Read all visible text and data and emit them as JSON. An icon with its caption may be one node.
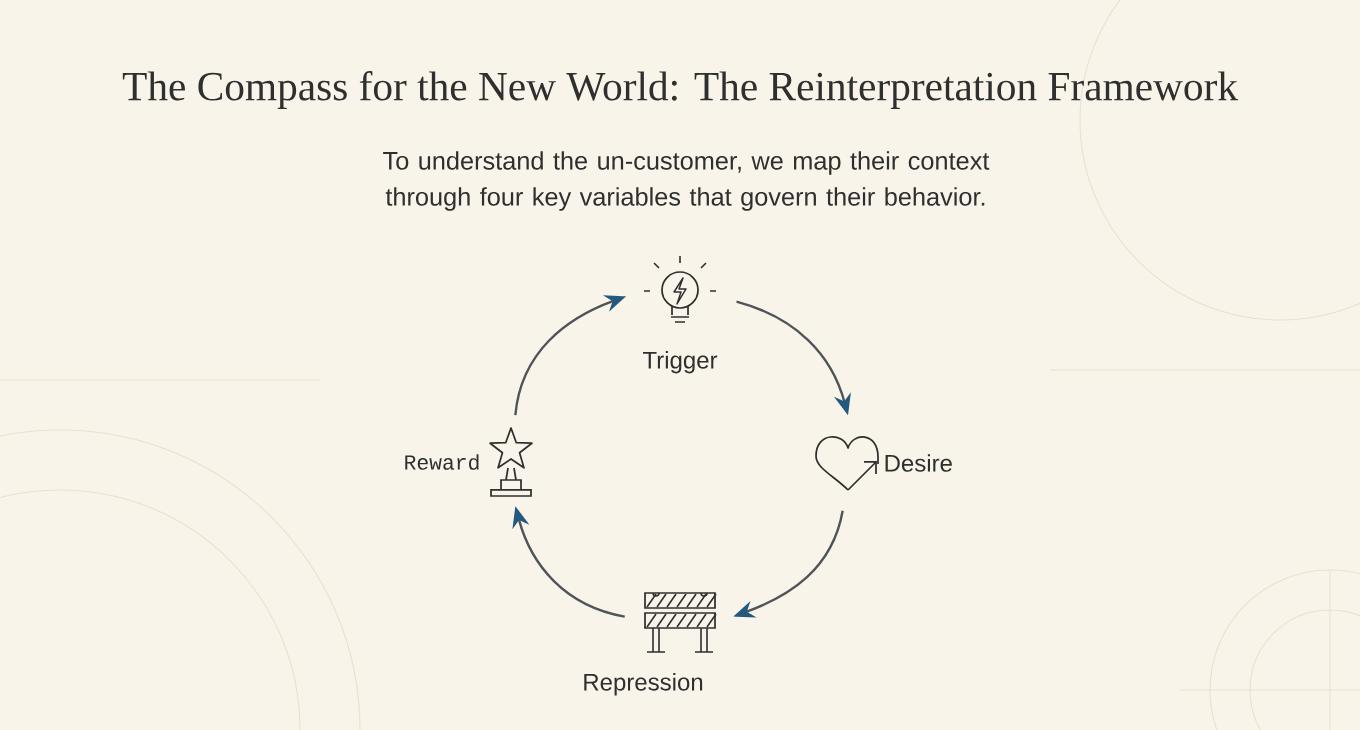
{
  "diagram": {
    "title": "The Compass for the New World: The Reinterpretation Framework",
    "nodes": [
      {
        "text": [
          "Trigger"
        ]
      },
      {
        "text": [
          "Desire"
        ]
      },
      {
        "text": [
          "Repression"
        ]
      },
      {
        "text": [
          "Reward"
        ]
      }
    ],
    "edges": [
      {
        "from": 0,
        "to": 1,
        "arrow": "to"
      },
      {
        "from": 1,
        "to": 2,
        "arrow": "to"
      },
      {
        "from": 2,
        "to": 3,
        "arrow": "to"
      },
      {
        "from": 3,
        "to": 0,
        "arrow": "to"
      }
    ],
    "labels": [
      "To understand the un-customer, we map their context through four key variables that govern their behavior."
    ]
  }
}
